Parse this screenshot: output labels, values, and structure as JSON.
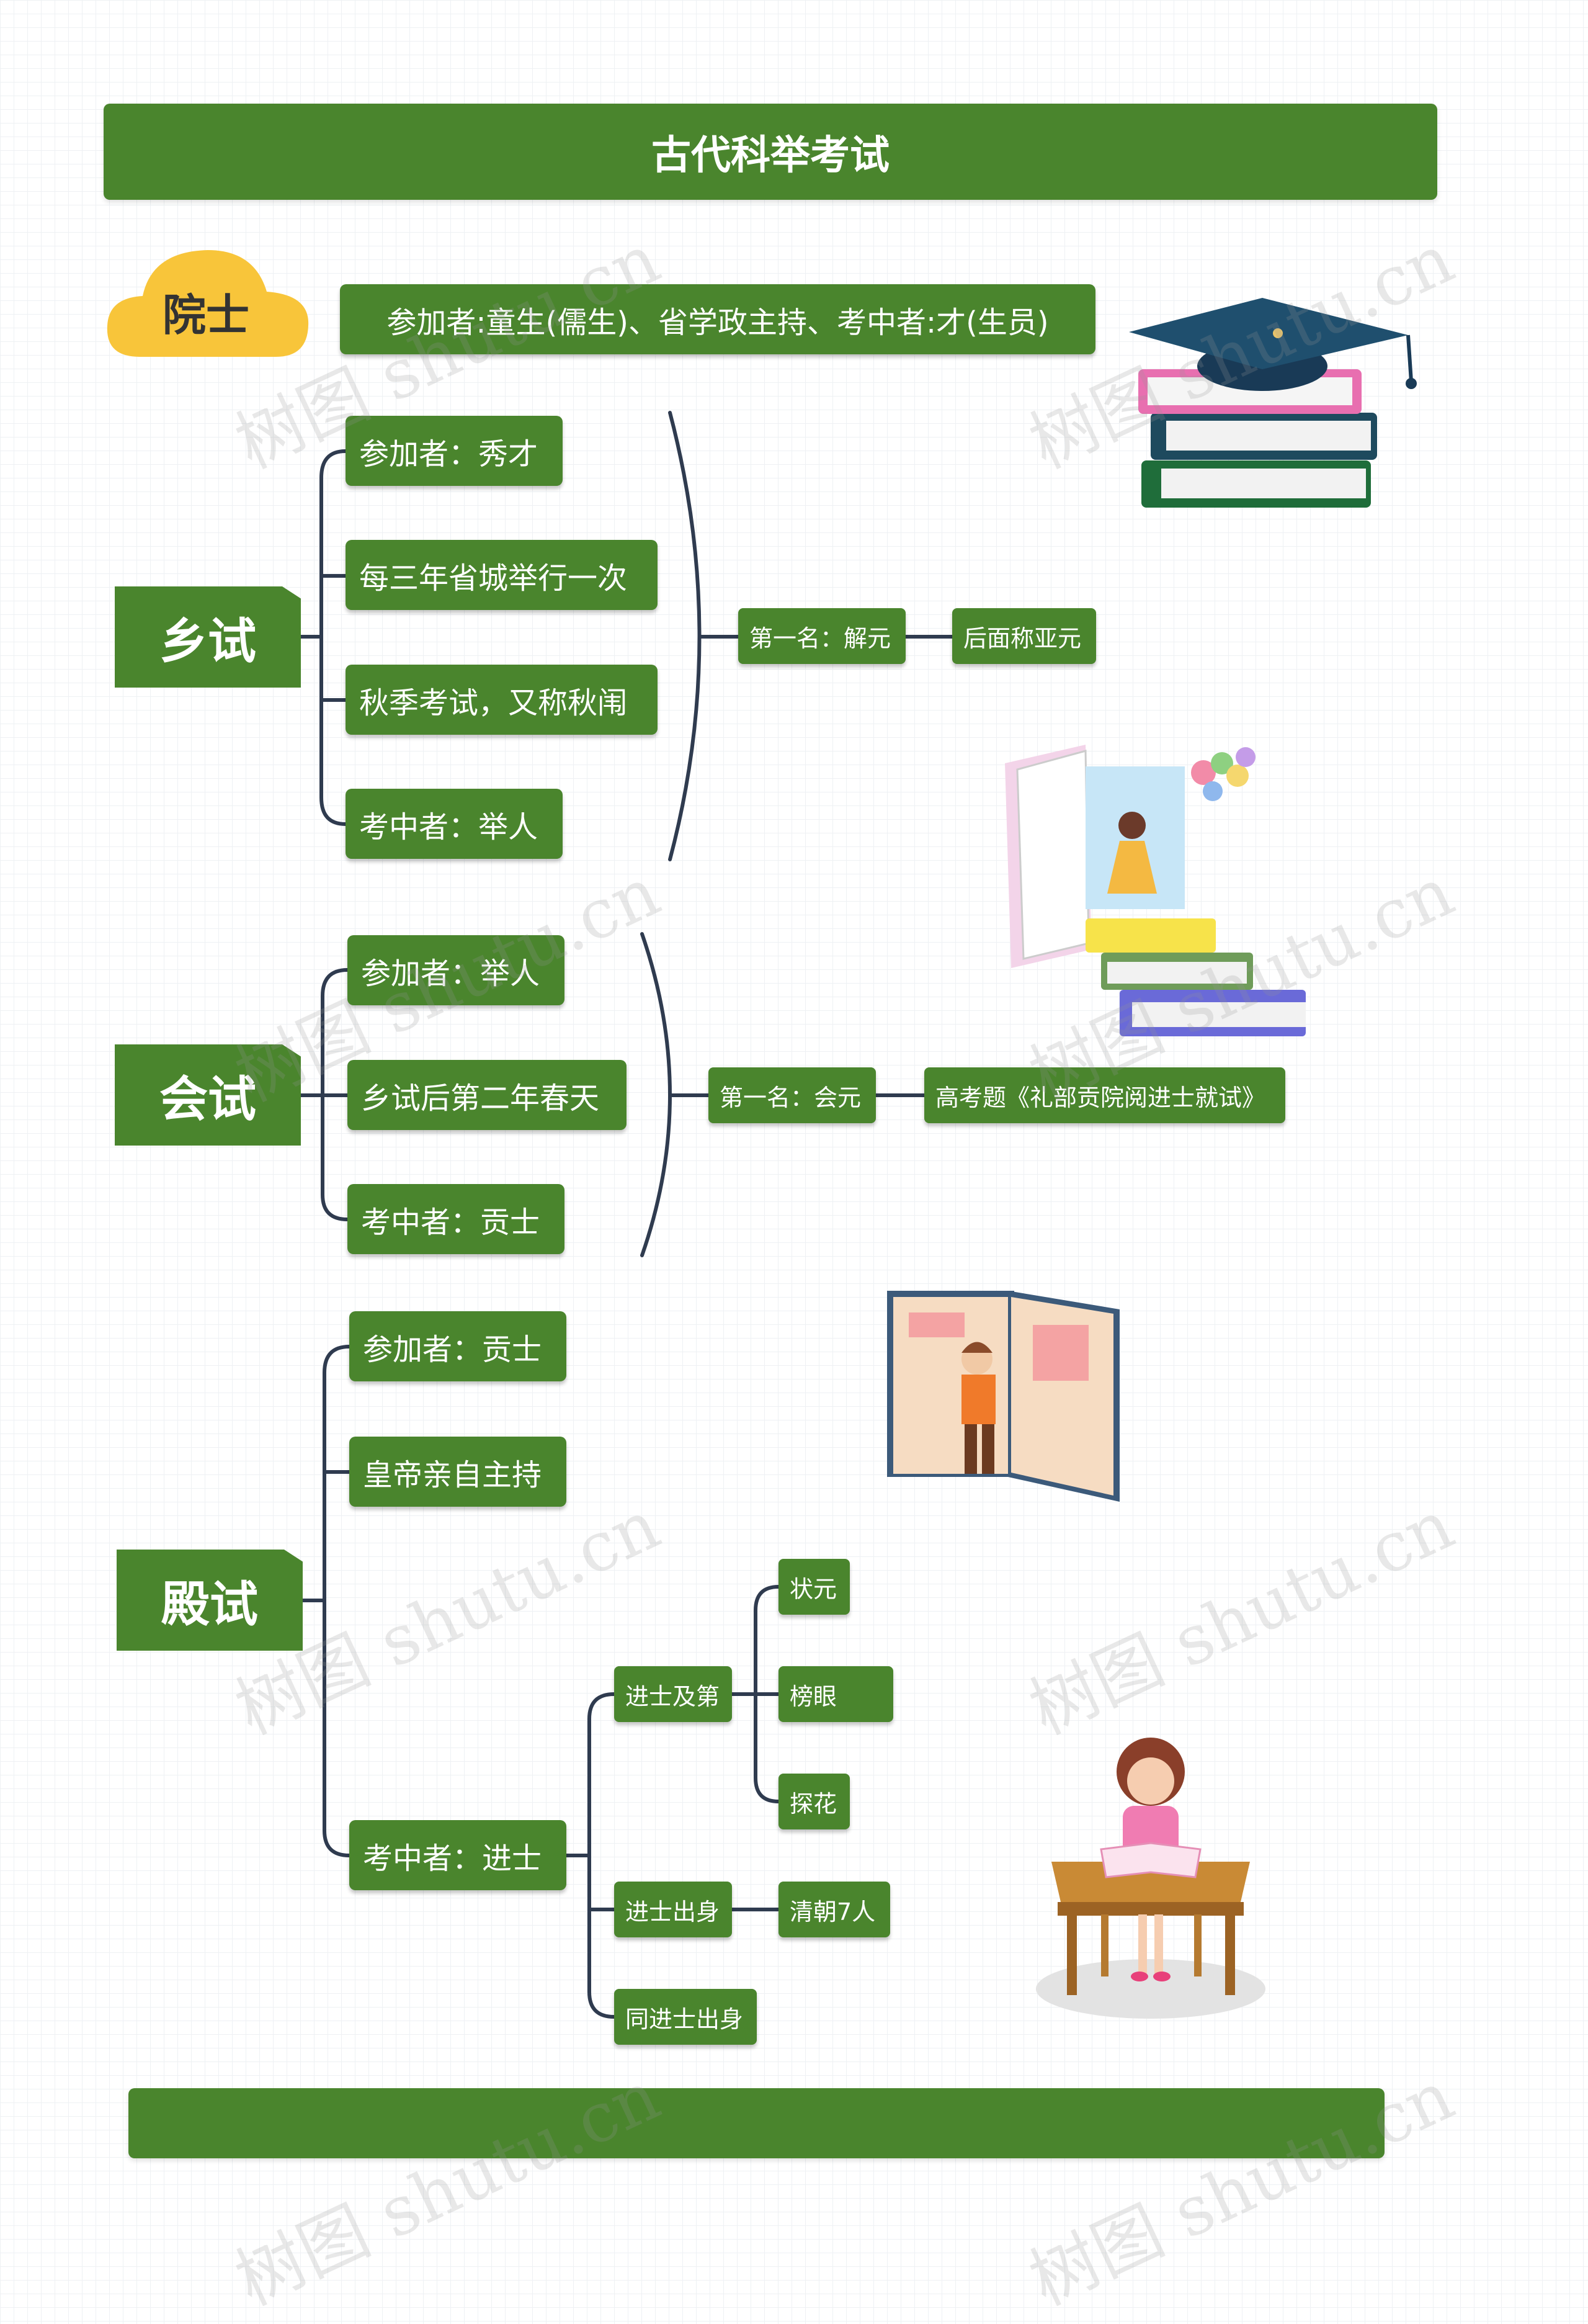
{
  "title": "古代科举考试",
  "intro": {
    "cloud_label": "院士",
    "description": "参加者:童生(儒生)、省学政主持、考中者:才(生员)"
  },
  "xiangshi": {
    "label": "乡试",
    "items": [
      "参加者：秀才",
      "每三年省城举行一次",
      "秋季考试，又称秋闱",
      "考中者：举人"
    ],
    "first_place": "第一名：解元",
    "first_place_note": "后面称亚元"
  },
  "huishi": {
    "label": "会试",
    "items": [
      "参加者：举人",
      "乡试后第二年春天",
      "考中者：贡士"
    ],
    "first_place": "第一名：会元",
    "first_place_note": "高考题《礼部贡院阅进士就试》"
  },
  "dianshi": {
    "label": "殿试",
    "items": [
      "参加者：贡士",
      "皇帝亲自主持",
      "考中者：进士"
    ],
    "jinshi_grades": {
      "jidi": "进士及第",
      "jidi_ranks": [
        "状元",
        "榜眼",
        "探花"
      ],
      "chushen": "进士出身",
      "chushen_note": "清朝7人",
      "tong_chushen": "同进士出身"
    }
  },
  "footer": "",
  "watermark": "树图 shutu.cn",
  "colors": {
    "node_green": "#4a852d",
    "line": "#2f3b4f",
    "cloud": "#f8c53a"
  },
  "illustrations": [
    "graduation-cap-books",
    "girl-on-books",
    "boy-reading-book",
    "girl-at-desk"
  ]
}
